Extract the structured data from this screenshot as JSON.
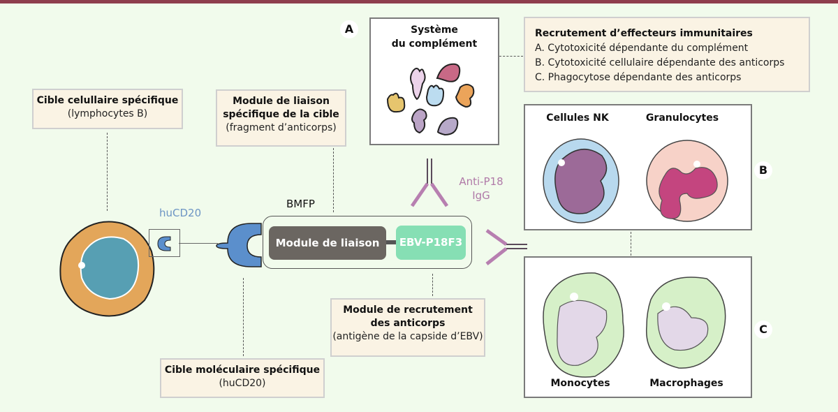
{
  "labels": {
    "cellular_target": {
      "title": "Cible celullaire spécifique",
      "subtitle": "(lymphocytes B)"
    },
    "binding_module": {
      "title_line1": "Module de liaison",
      "title_line2": "spécifique de la cible",
      "subtitle": "(fragment d’anticorps)"
    },
    "molecular_target": {
      "title": "Cible moléculaire spécifique",
      "subtitle": "(huCD20)"
    },
    "recruitment_module": {
      "title_line1": "Module de recrutement",
      "title_line2": "des anticorps",
      "subtitle": "(antigène de la capside d’EBV)"
    },
    "effectors": {
      "title": "Recrutement d’effecteurs immunitaires",
      "items": [
        "A. Cytotoxicité dépendante du complément",
        "B. Cytotoxicité cellulaire dépendante des anticorps",
        "C. Phagocytose dépendante des anticorps"
      ]
    }
  },
  "construct": {
    "name": "BMFP",
    "binding_label": "Module de liaison",
    "ebv_label": "EBV-P18F3",
    "receptor_label": "huCD20",
    "antibody_label_line1": "Anti-P18",
    "antibody_label_line2": "IgG"
  },
  "panels": {
    "A": {
      "letter": "A",
      "title_line1": "Système",
      "title_line2": "du complément"
    },
    "B": {
      "letter": "B",
      "cells": [
        "Cellules NK",
        "Granulocytes"
      ]
    },
    "C": {
      "letter": "C",
      "cells": [
        "Monocytes",
        "Macrophages"
      ]
    }
  },
  "colors": {
    "background": "#f1fbec",
    "top_bar": "#8e3e4d",
    "label_box": "#faf3e4",
    "binding_module": "#6b6661",
    "ebv_module": "#86dfb4",
    "receptor_text": "#6d95c4",
    "antibody_text": "#b07aa8"
  }
}
